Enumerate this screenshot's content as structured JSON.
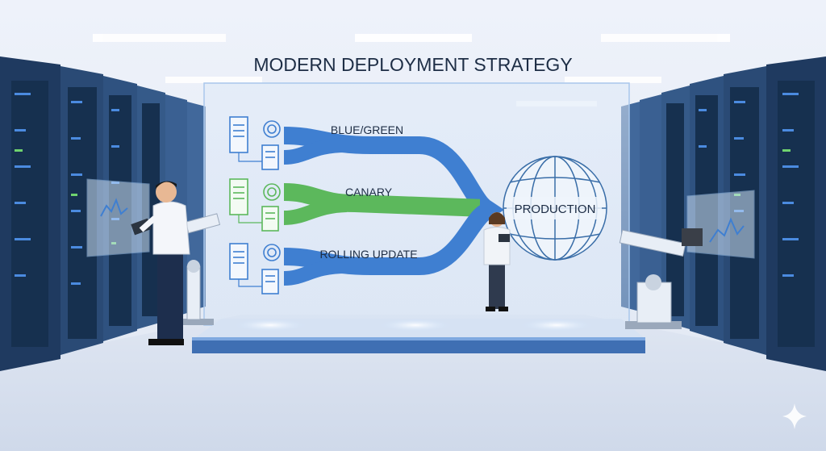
{
  "title": "MODERN DEPLOYMENT STRATEGY",
  "strategies": [
    {
      "label": "BLUE/GREEN",
      "color": "#3f7fd1"
    },
    {
      "label": "CANARY",
      "color": "#5cb85c"
    },
    {
      "label": "ROLLING UPDATE",
      "color": "#3f7fd1"
    }
  ],
  "target": {
    "label": "PRODUCTION"
  },
  "colors": {
    "blue_flow": "#3f7fd1",
    "green_flow": "#5cb85c",
    "title": "#1d3557",
    "rack": "#2f4f7a",
    "rack_light": "#4b8be0"
  },
  "icons": [
    "server-icon",
    "sync-icon",
    "globe-icon",
    "sparkle-icon",
    "robot-arm-icon",
    "tablet-icon"
  ]
}
